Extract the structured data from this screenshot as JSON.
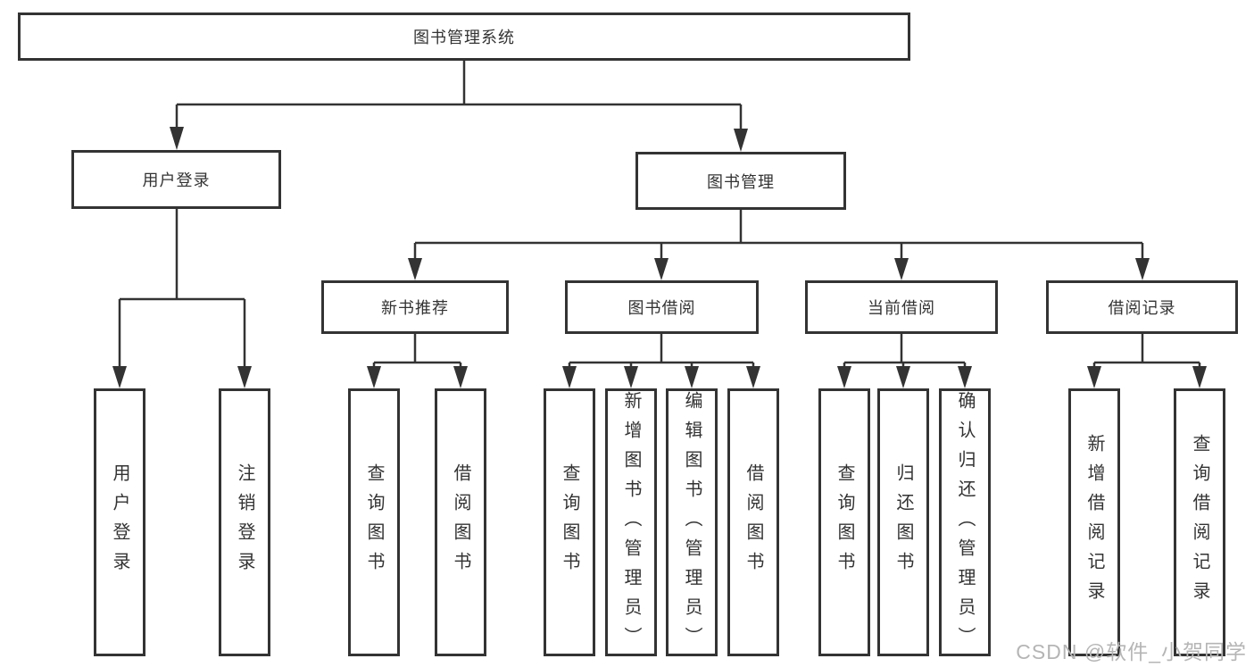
{
  "diagram": {
    "root": {
      "label": "图书管理系统"
    },
    "branches": [
      {
        "label": "用户登录",
        "children": [
          {
            "label": "用户登录"
          },
          {
            "label": "注销登录"
          }
        ]
      },
      {
        "label": "图书管理",
        "children": [
          {
            "label": "新书推荐",
            "children": [
              {
                "label": "查询图书"
              },
              {
                "label": "借阅图书"
              }
            ]
          },
          {
            "label": "图书借阅",
            "children": [
              {
                "label": "查询图书"
              },
              {
                "label": "新增图书（管理员）"
              },
              {
                "label": "编辑图书（管理员）"
              },
              {
                "label": "借阅图书"
              }
            ]
          },
          {
            "label": "当前借阅",
            "children": [
              {
                "label": "查询图书"
              },
              {
                "label": "归还图书"
              },
              {
                "label": "确认归还（管理员）"
              }
            ]
          },
          {
            "label": "借阅记录",
            "children": [
              {
                "label": "新增借阅记录"
              },
              {
                "label": "查询借阅记录"
              }
            ]
          }
        ]
      }
    ]
  },
  "watermark": {
    "text": "CSDN @软件_小贺同学"
  },
  "colors": {
    "line": "#333333",
    "text": "#333333",
    "watermark": "#b5b5b5",
    "background": "#ffffff"
  }
}
